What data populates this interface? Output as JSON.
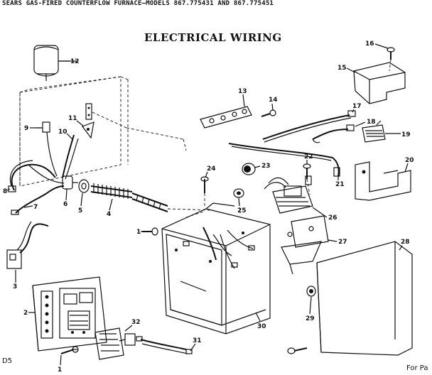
{
  "header": {
    "text": "SEARS GAS-FIRED COUNTERFLOW FURNACE—MODELS 867.775431 AND 867.775451"
  },
  "title": "ELECTRICAL WIRING",
  "footer": {
    "left": "D5",
    "right": "For Pa"
  },
  "callouts": [
    "1",
    "2",
    "3",
    "4",
    "5",
    "6",
    "7",
    "8",
    "9",
    "10",
    "11",
    "12",
    "13",
    "14",
    "15",
    "16",
    "17",
    "18",
    "19",
    "20",
    "21",
    "22",
    "23",
    "24",
    "25",
    "26",
    "27",
    "28",
    "29",
    "30",
    "31",
    "32",
    "1"
  ]
}
